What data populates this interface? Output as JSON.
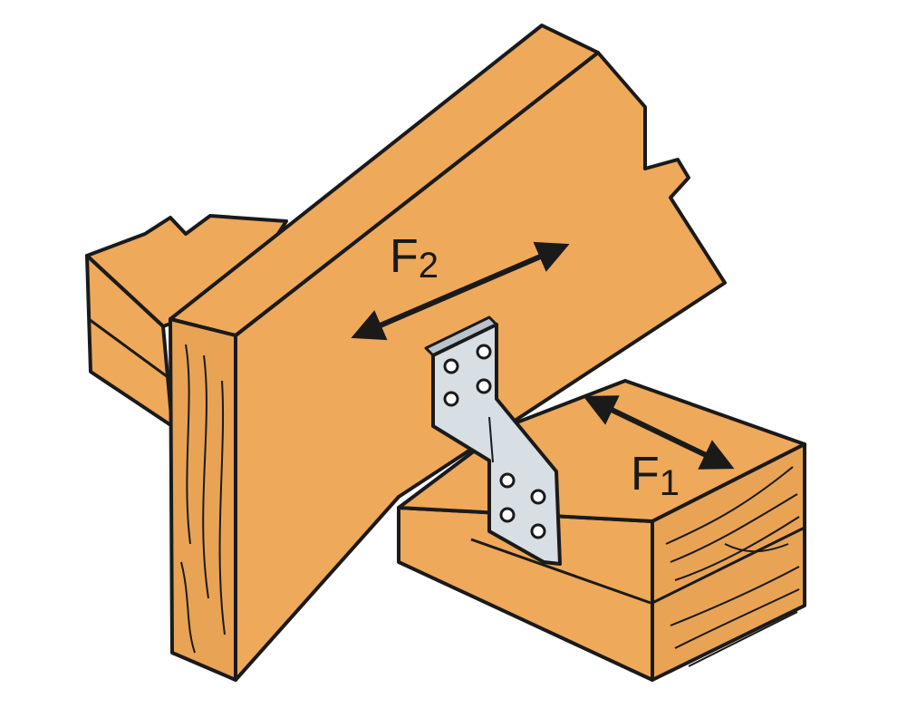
{
  "labels": {
    "force_2": {
      "main": "F",
      "sub": "2"
    },
    "force_1": {
      "main": "F",
      "sub": "1"
    }
  },
  "colors": {
    "wood": "#EFA95A",
    "wood_end_grain": "#E9A355",
    "outline": "#1a1a1a",
    "plate": "#D7DEE4",
    "plate_edge": "#B9C3CB",
    "background": "#FFFFFF"
  },
  "icons": {
    "force_arrow": "double-headed-arrow",
    "nail_hole": "circle"
  }
}
